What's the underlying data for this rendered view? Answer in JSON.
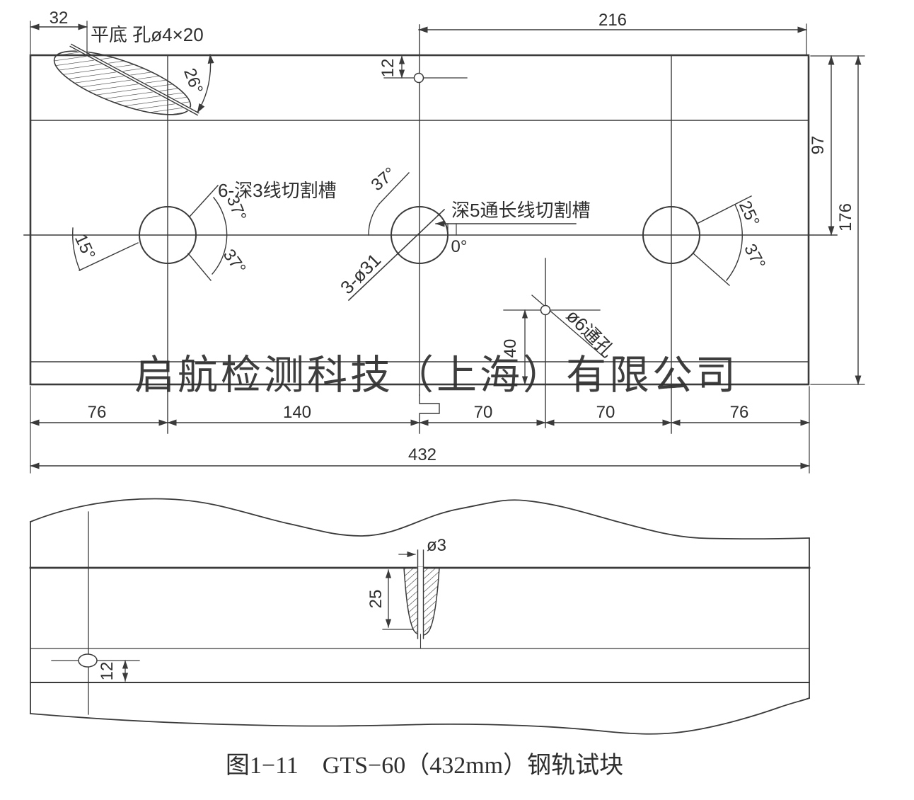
{
  "colors": {
    "ink": "#3a3a3a",
    "watermark_green": "#58bf66",
    "caption_blue": "#1d5cb0"
  },
  "watermark": {
    "text": "启航检测科技（上海）有限公司"
  },
  "caption": {
    "text": "图1−11　GTS−60（432mm）钢轨试块"
  },
  "top_view": {
    "flat_bottom_hole_label": "平底 孔ø4×20",
    "groove_6_label": "6-深3线切割槽",
    "groove_5_label": "深5通长线切割槽",
    "holes_label": "3-ø31",
    "through_hole_label": "ø6通孔",
    "angles": {
      "a26": "26°",
      "a37_left_up": "37°",
      "a37_left_dn": "37°",
      "a15": "15°",
      "a37_center": "37°",
      "a0": "0°",
      "a25_right": "25°",
      "a37_right": "37°"
    },
    "dims": {
      "d32": "32",
      "d216": "216",
      "d12": "12",
      "d97": "97",
      "d176": "176",
      "d40": "40",
      "d76_left": "76",
      "d140": "140",
      "d70_a": "70",
      "d70_b": "70",
      "d76_right": "76",
      "d432": "432"
    }
  },
  "side_view": {
    "dims": {
      "phi3": "ø3",
      "d25": "25",
      "d12": "12"
    }
  }
}
